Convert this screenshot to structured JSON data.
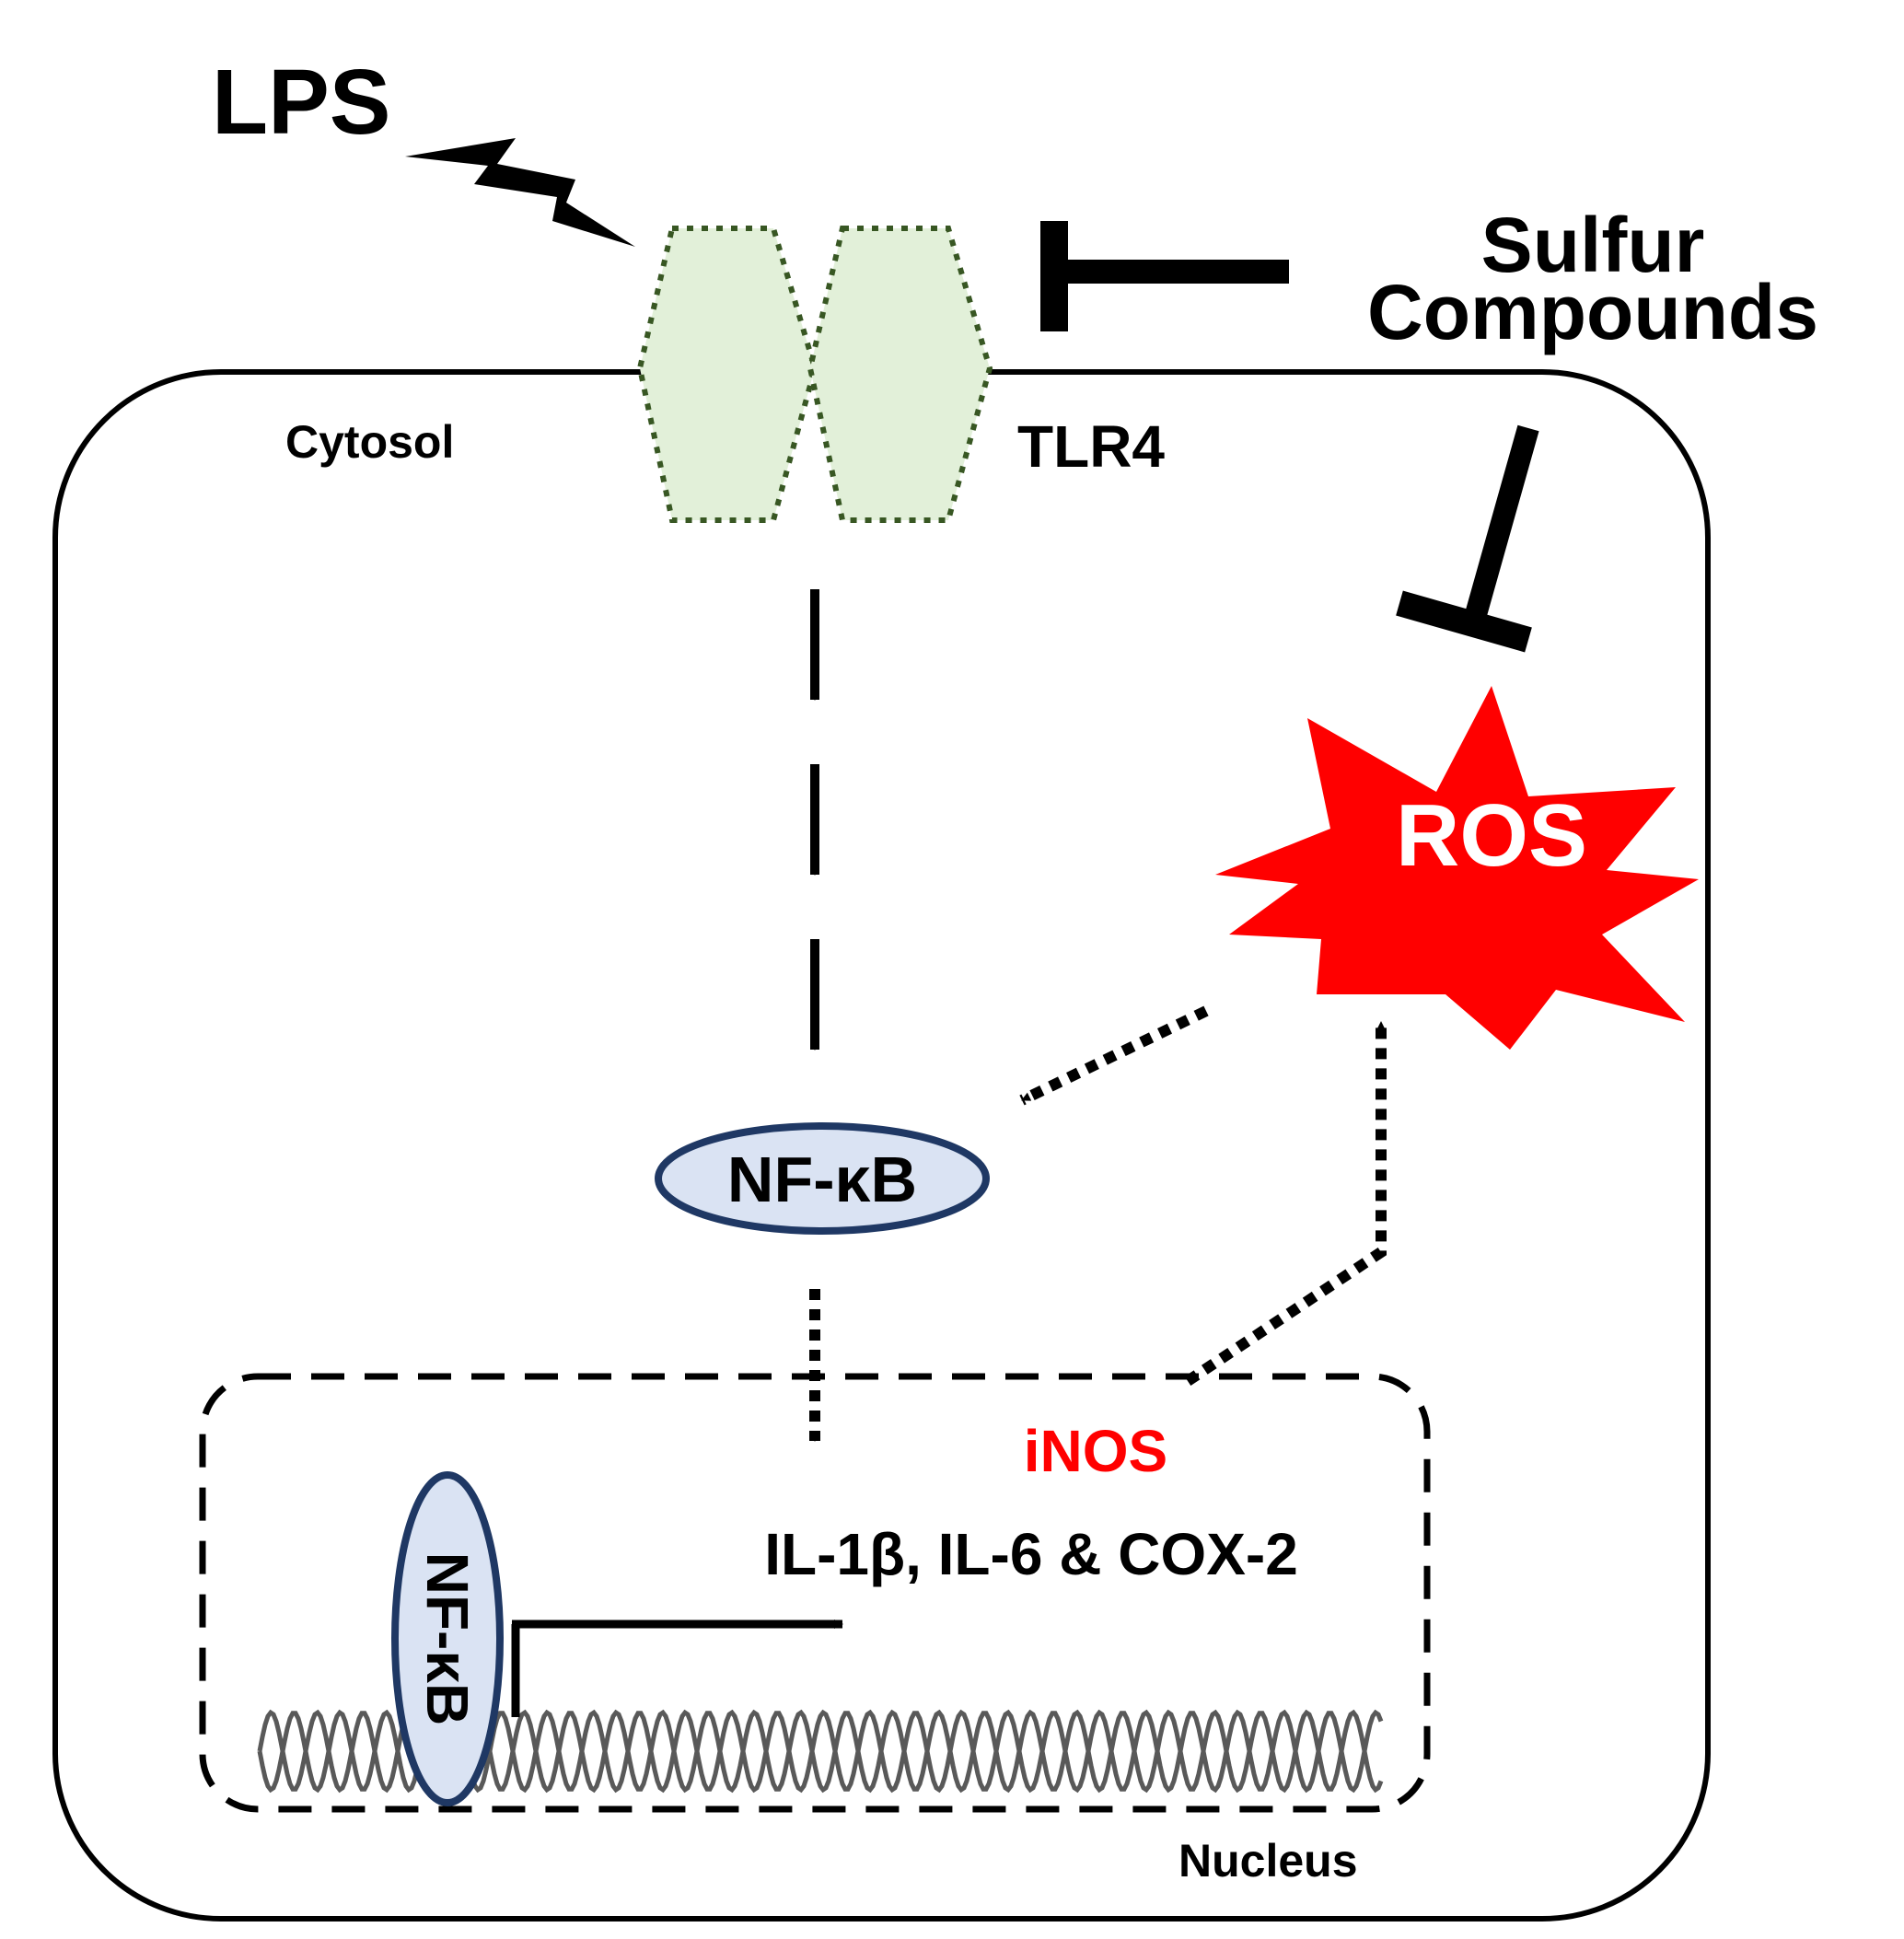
{
  "labels": {
    "lps": "LPS",
    "sulfur_line1": "Sulfur",
    "sulfur_line2": "Compounds",
    "cytosol": "Cytosol",
    "tlr4": "TLR4",
    "ros": "ROS",
    "nfkb_cytosol": "NF-κB",
    "inos": "iNOS",
    "cytokines": "IL-1β, IL-6 & COX-2",
    "nfkb_nucleus": "NF-κB",
    "nucleus": "Nucleus"
  },
  "colors": {
    "text": "#000000",
    "ros_fill": "#ff0000",
    "ros_text": "#ffffff",
    "inos_text": "#ff0000",
    "tlr4_fill": "#e2f0d9",
    "tlr4_outline": "#385723",
    "nfkb_fill": "#dae3f3",
    "nfkb_outline": "#1f3864",
    "dna": "#595959"
  }
}
